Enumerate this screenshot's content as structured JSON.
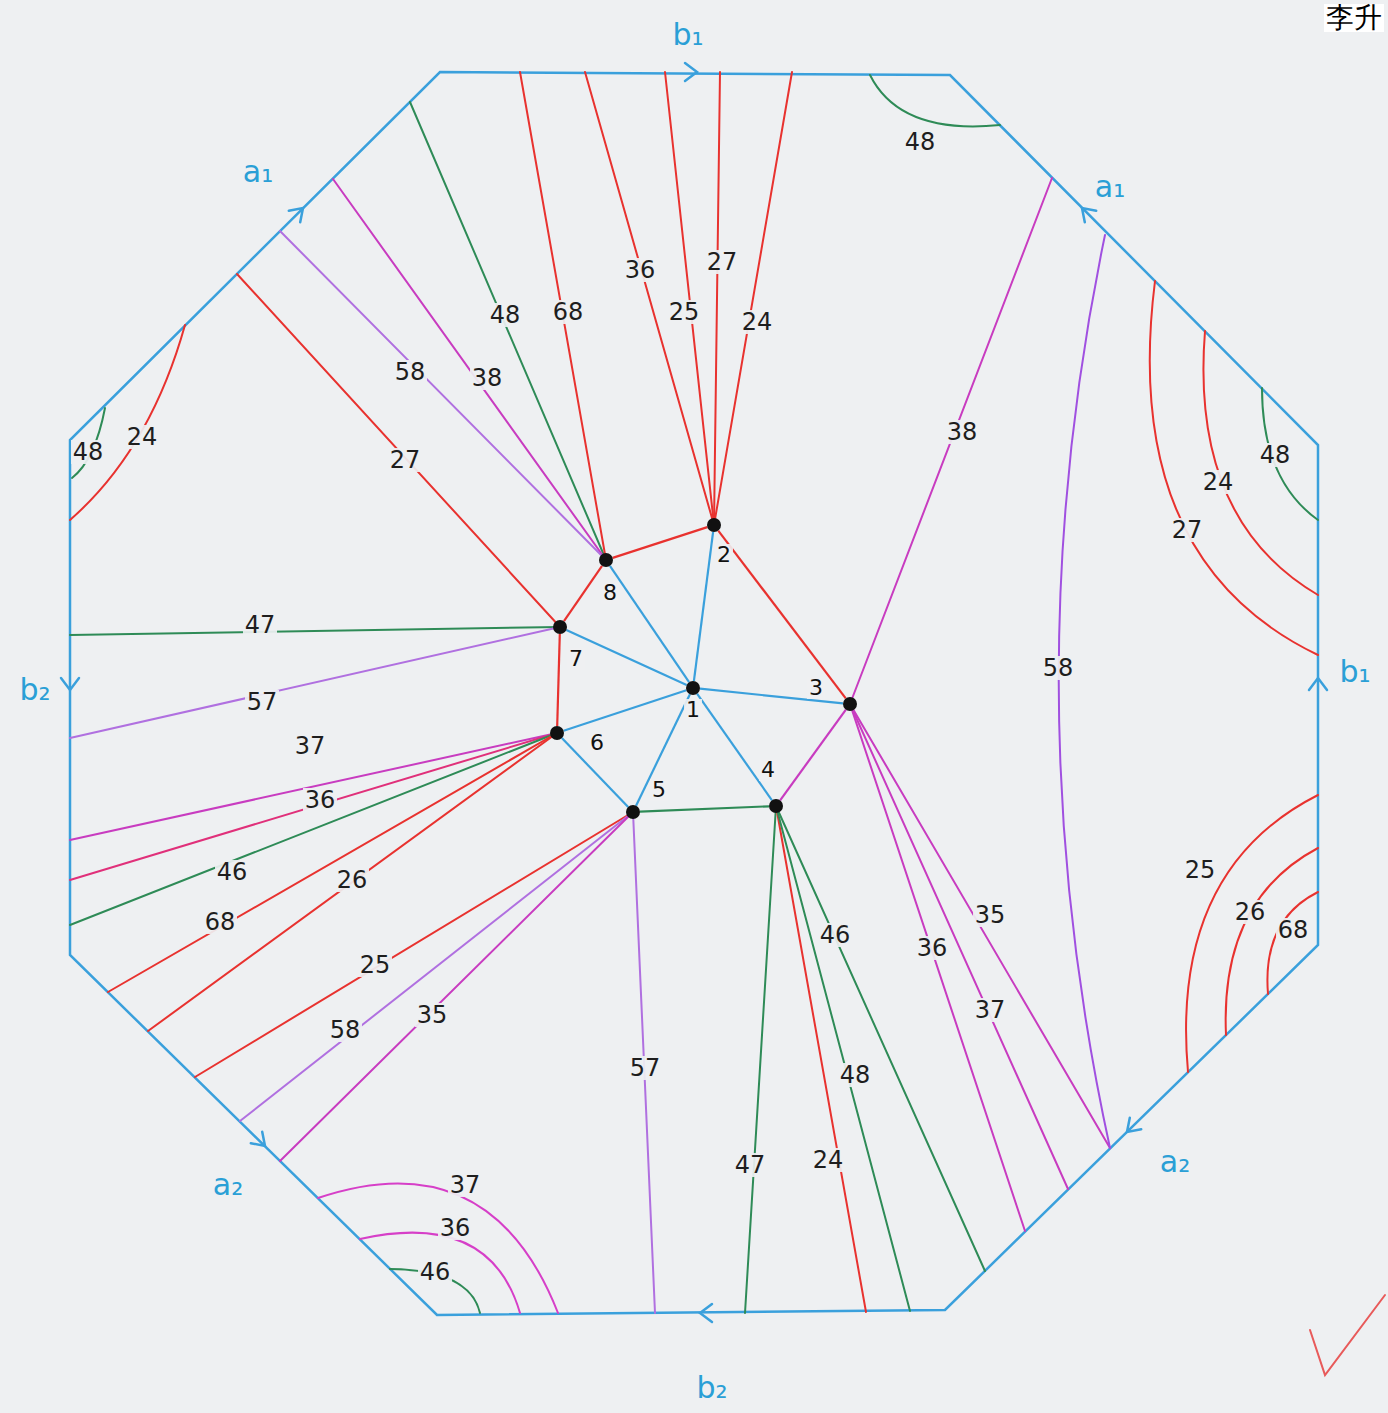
{
  "diagram": {
    "nodes": [
      {
        "text": [
          "1"
        ]
      },
      {
        "text": [
          "2"
        ]
      },
      {
        "text": [
          "3"
        ]
      },
      {
        "text": [
          "4"
        ]
      },
      {
        "text": [
          "5"
        ]
      },
      {
        "text": [
          "6"
        ]
      },
      {
        "text": [
          "7"
        ]
      },
      {
        "text": [
          "8"
        ]
      }
    ],
    "edges": [
      {
        "from": 0,
        "to": 1,
        "arrow": "none"
      },
      {
        "from": 0,
        "to": 2,
        "arrow": "none"
      },
      {
        "from": 0,
        "to": 3,
        "arrow": "none"
      },
      {
        "from": 0,
        "to": 4,
        "arrow": "none"
      },
      {
        "from": 0,
        "to": 5,
        "arrow": "none"
      },
      {
        "from": 0,
        "to": 6,
        "arrow": "none"
      },
      {
        "from": 0,
        "to": 7,
        "arrow": "none"
      },
      {
        "from": 1,
        "to": 7,
        "arrow": "none"
      },
      {
        "from": 7,
        "to": 6,
        "arrow": "none"
      },
      {
        "from": 6,
        "to": 5,
        "arrow": "none"
      },
      {
        "from": 5,
        "to": 4,
        "arrow": "none"
      },
      {
        "from": 4,
        "to": 3,
        "arrow": "none"
      },
      {
        "from": 3,
        "to": 2,
        "arrow": "none"
      },
      {
        "from": 2,
        "to": 1,
        "arrow": "none"
      }
    ],
    "labels": [
      "李升",
      "b₁",
      "a₁",
      "a₁",
      "b₁",
      "a₂",
      "b₂",
      "a₂",
      "b₂",
      "48",
      "48",
      "24",
      "48",
      "68",
      "38",
      "58",
      "36",
      "27",
      "25",
      "24",
      "38",
      "58",
      "27",
      "24",
      "48",
      "27",
      "47",
      "57",
      "37",
      "36",
      "46",
      "26",
      "68",
      "25",
      "58",
      "35",
      "57",
      "46",
      "48",
      "47",
      "24",
      "36",
      "35",
      "37",
      "25",
      "26",
      "68",
      "37",
      "36",
      "46"
    ]
  }
}
